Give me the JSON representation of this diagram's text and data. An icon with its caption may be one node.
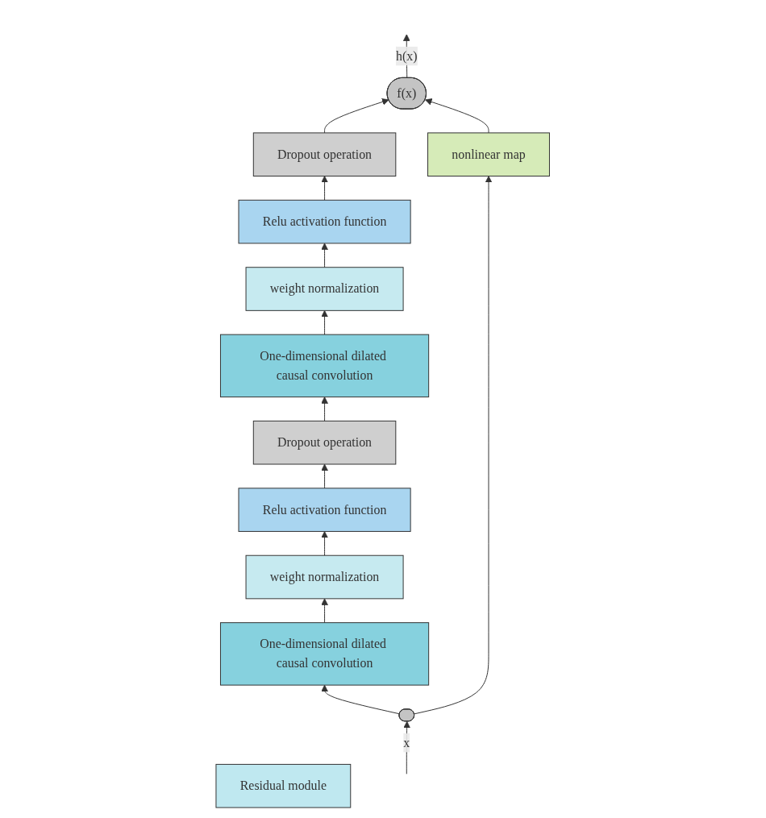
{
  "diagram": {
    "nodes": [
      {
        "text": [
          "f(x)"
        ]
      },
      {
        "text": [
          "Dropout operation"
        ]
      },
      {
        "text": [
          "Relu activation function"
        ]
      },
      {
        "text": [
          "weight normalization"
        ]
      },
      {
        "text": [
          "One-dimensional dilated causal convolution"
        ]
      },
      {
        "text": [
          "Residual module"
        ]
      },
      {
        "text": [
          "Dropout operation"
        ]
      },
      {
        "text": [
          "Relu activation function"
        ]
      },
      {
        "text": [
          "weight normalization"
        ]
      },
      {
        "text": [
          "One-dimensional dilated causal convolution"
        ]
      },
      {
        "text": [
          "nonlinear map"
        ]
      },
      {
        "text": [],
        "shape": "box"
      }
    ],
    "edges": [
      {
        "from": null,
        "to": 11,
        "arrow": "to",
        "label": "x"
      },
      {
        "from": 11,
        "to": 9,
        "arrow": "to"
      },
      {
        "from": 9,
        "to": 8,
        "arrow": "to"
      },
      {
        "from": 8,
        "to": 7,
        "arrow": "to"
      },
      {
        "from": 7,
        "to": 6,
        "arrow": "to"
      },
      {
        "from": 6,
        "to": 4,
        "arrow": "to"
      },
      {
        "from": 4,
        "to": 3,
        "arrow": "to"
      },
      {
        "from": 3,
        "to": 2,
        "arrow": "to"
      },
      {
        "from": 2,
        "to": 1,
        "arrow": "to"
      },
      {
        "from": 1,
        "to": 0,
        "arrow": "to"
      },
      {
        "from": 11,
        "to": 10,
        "arrow": "to"
      },
      {
        "from": 10,
        "to": 0,
        "arrow": "to"
      },
      {
        "from": 0,
        "to": null,
        "arrow": "to",
        "label": "h(x)"
      }
    ]
  }
}
